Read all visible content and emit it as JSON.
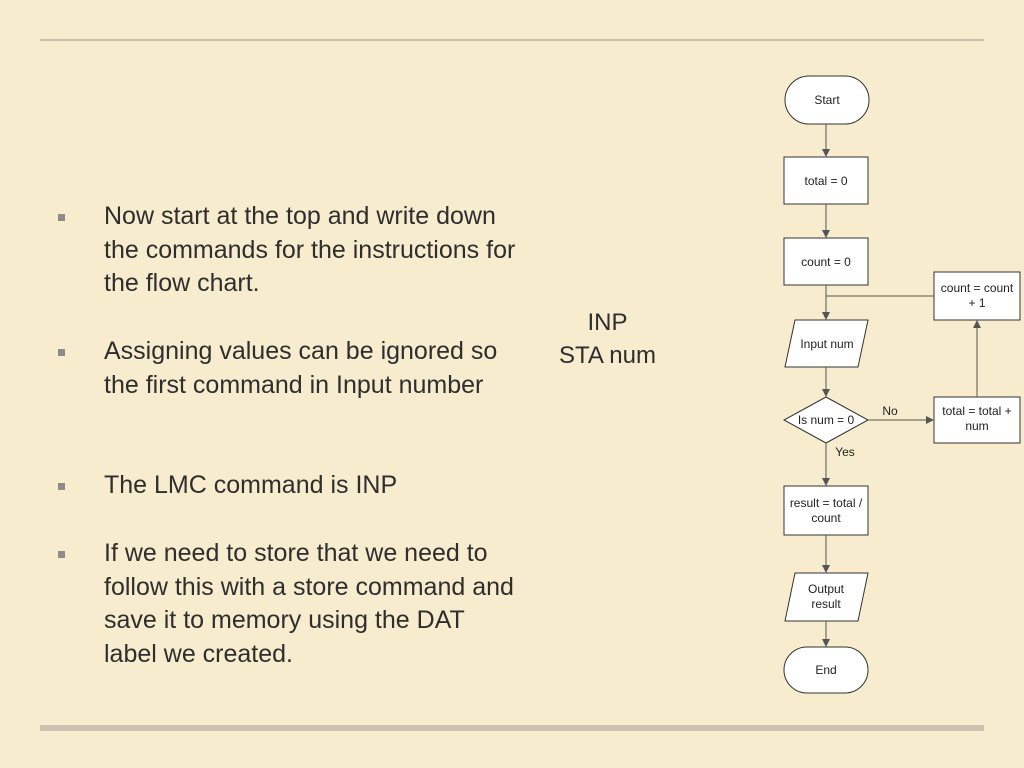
{
  "slide": {
    "bullets": [
      "Now start at the top and write down the commands for the instructions for the flow chart.",
      "Assigning values can be ignored so the first command in Input number",
      "The LMC command is INP",
      "If we need to store that we need to follow this with a store command and save it to memory using the DAT label we created."
    ],
    "code_lines": [
      "INP",
      "STA num"
    ]
  },
  "flowchart": {
    "start": "Start",
    "total_init": "total = 0",
    "count_init": "count = 0",
    "input": "Input num",
    "decision": "Is num = 0",
    "no_label": "No",
    "yes_label": "Yes",
    "add_total": [
      "total = total +",
      "num"
    ],
    "inc_count": [
      "count = count",
      "+ 1"
    ],
    "result": [
      "result = total /",
      "count"
    ],
    "output": [
      "Output",
      "result"
    ],
    "end": "End"
  }
}
